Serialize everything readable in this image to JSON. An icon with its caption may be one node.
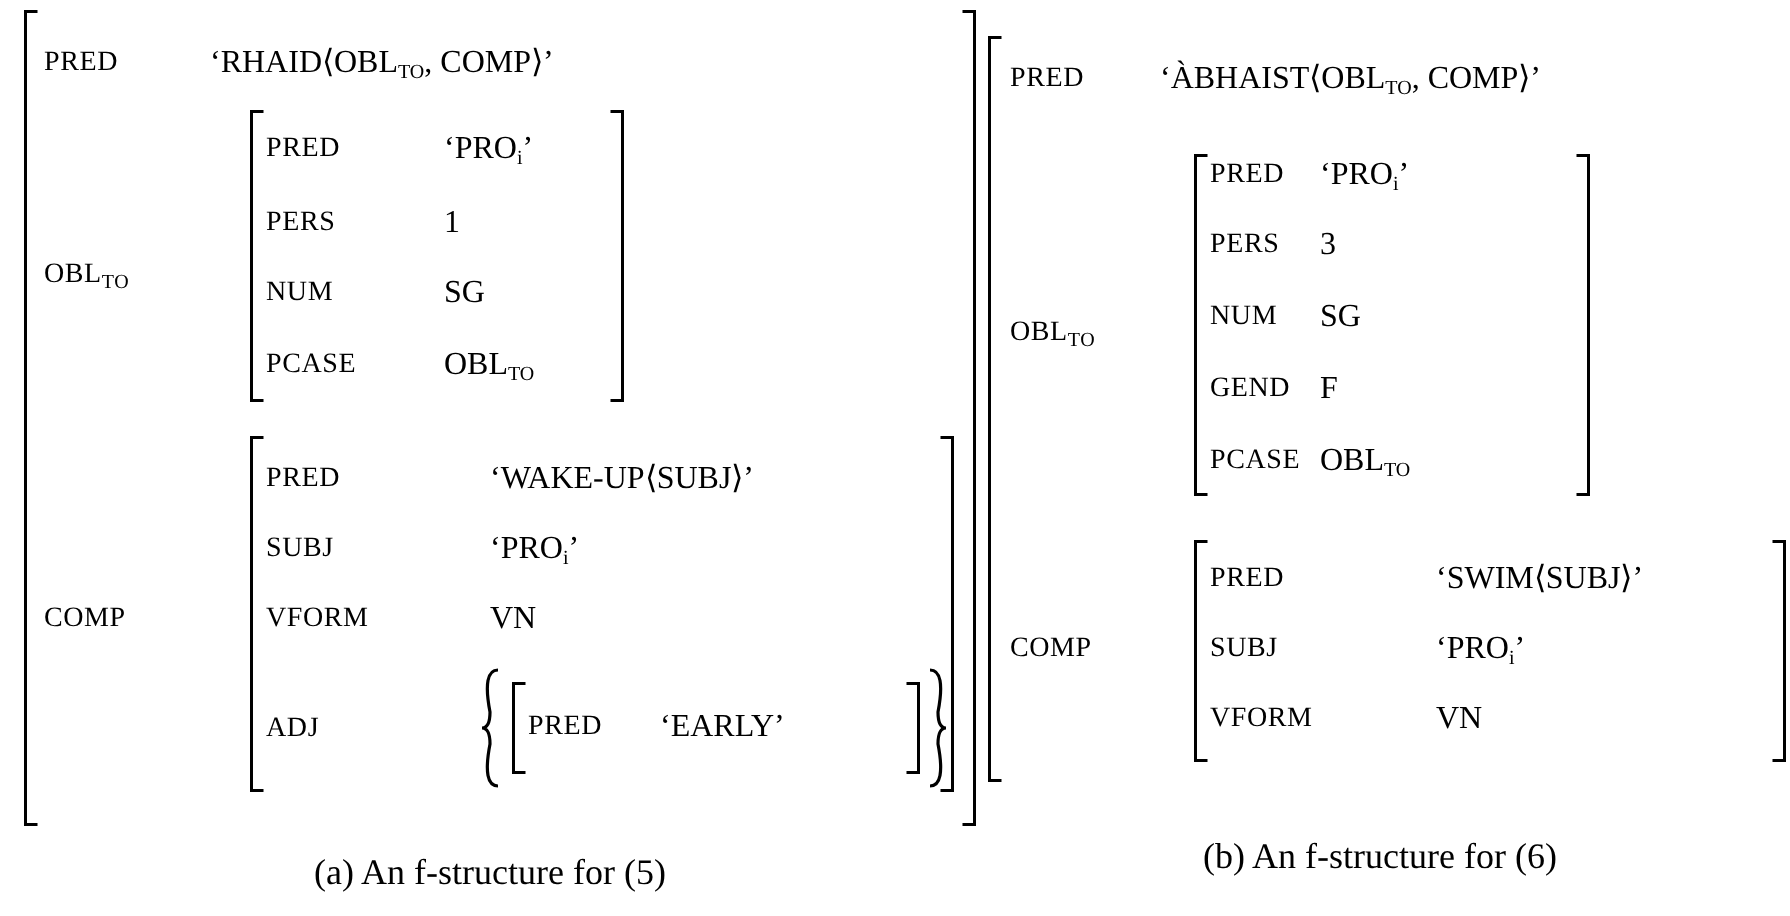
{
  "diagram": {
    "nodes": [
      {
        "text": [
          "PRED",
          "‘RHAID⟨OBL$_{TO}$, COMP⟩’",
          "OBL$_{TO}$",
          "COMP"
        ],
        "beside": [
          "(a) An f-structure for (5)"
        ]
      },
      {
        "text": [
          "PRED",
          "‘PRO$_{i}$’",
          "PERS",
          "1",
          "NUM",
          "SG",
          "PCASE",
          "OBL$_{TO}$"
        ],
        "in": 0
      },
      {
        "text": [
          "PRED",
          "‘WAKE-UP⟨SUBJ⟩’",
          "SUBJ",
          "‘PRO$_{i}$’",
          "VFORM",
          "VN",
          "ADJ"
        ],
        "in": 0
      },
      {
        "text": [],
        "shape": "braces",
        "in": 2
      },
      {
        "text": [
          "PRED",
          "‘EARLY’"
        ],
        "in": 3
      },
      {
        "text": [
          "PRED",
          "‘ÀBHAIST⟨OBL$_{TO}$, COMP⟩’",
          "OBL$_{TO}$",
          "COMP"
        ],
        "beside": [
          "(b) An f-structure for (6)"
        ]
      },
      {
        "text": [
          "PRED",
          "‘PRO$_{i}$’",
          "PERS",
          "3",
          "NUM",
          "SG",
          "GEND",
          "F",
          "PCASE",
          "OBL$_{TO}$"
        ],
        "in": 5
      },
      {
        "text": [
          "PRED",
          "‘SWIM⟨SUBJ⟩’",
          "SUBJ",
          "‘PRO$_{i}$’",
          "VFORM",
          "VN"
        ],
        "in": 5
      }
    ]
  }
}
